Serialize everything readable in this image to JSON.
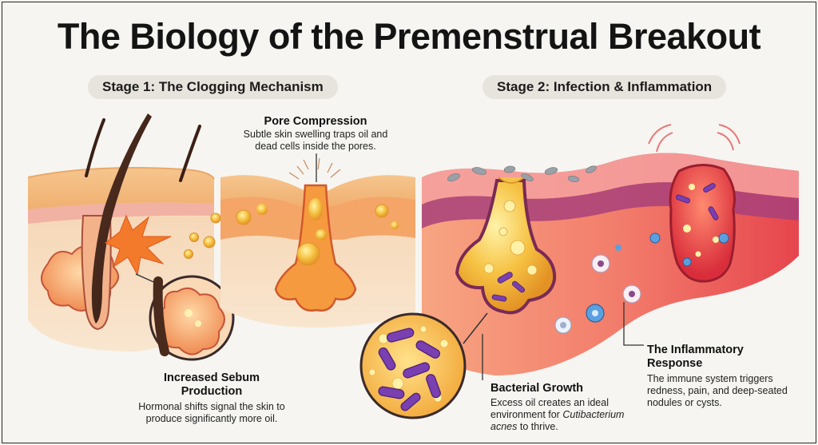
{
  "title": "The Biology of the Premenstrual Breakout",
  "stage1": {
    "label": "Stage 1: The Clogging Mechanism"
  },
  "stage2": {
    "label": "Stage 2: Infection & Inflammation"
  },
  "pore_compression": {
    "heading": "Pore Compression",
    "text": "Subtle skin swelling traps oil and dead cells inside the pores."
  },
  "sebum": {
    "heading_line1": "Increased Sebum",
    "heading_line2": "Production",
    "text": "Hormonal shifts signal the skin to produce significantly more oil."
  },
  "bacterial": {
    "heading": "Bacterial Growth",
    "text_before": "Excess oil creates an ideal environment for",
    "text_italic": "Cutibacterium acnes",
    "text_after": "to thrive."
  },
  "inflammatory": {
    "heading_line1": "The Inflammatory",
    "heading_line2": "Response",
    "text": "The immune system triggers redness, pain, and deep-seated nodules or cysts."
  },
  "colors": {
    "skin_surface": "#f3c58d",
    "dermis": "#f2cfaa",
    "sebum_gold": "#f4a93a",
    "inflamed_red": "#e44a4a",
    "bacteria_purple": "#7a3fb0",
    "follicle_border": "#a8323c"
  }
}
